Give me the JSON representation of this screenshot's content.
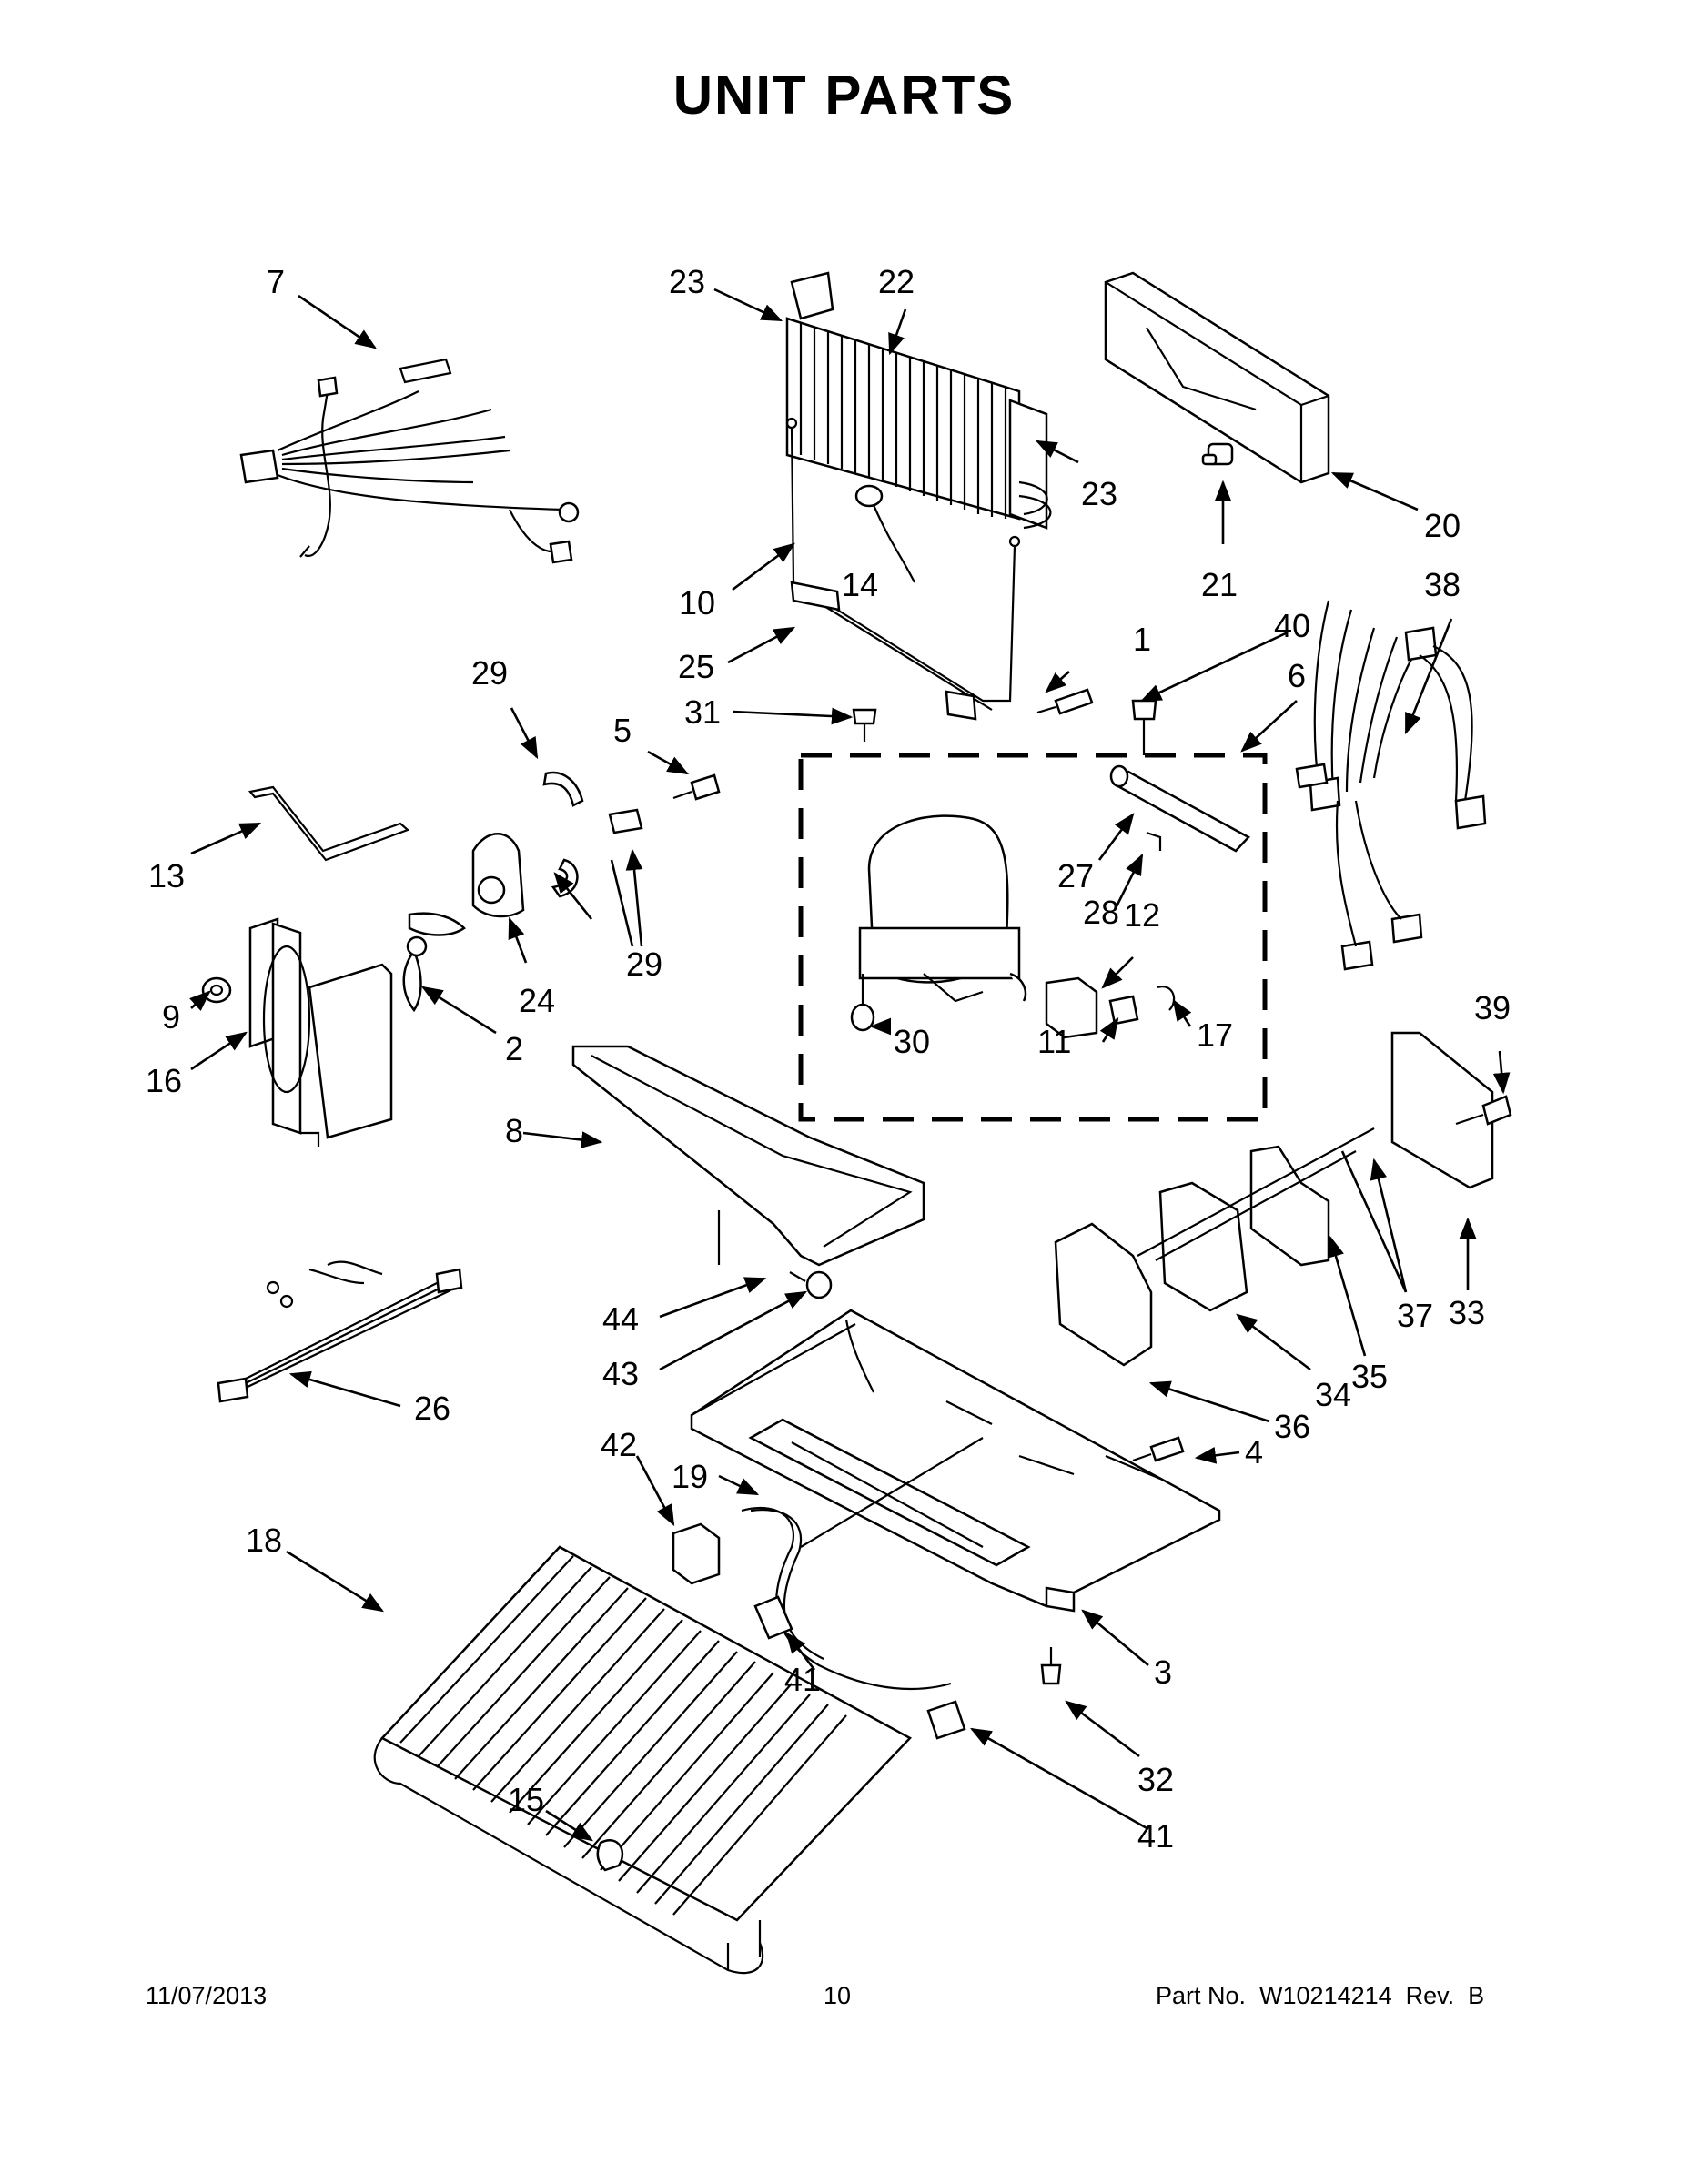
{
  "title": "UNIT PARTS",
  "footer": {
    "date": "11/07/2013",
    "page": "10",
    "part_number": "Part No.  W10214214  Rev.  B"
  },
  "callouts": [
    "7",
    "23",
    "22",
    "23",
    "20",
    "21",
    "38",
    "10",
    "14",
    "25",
    "1",
    "40",
    "6",
    "29",
    "5",
    "31",
    "13",
    "27",
    "28",
    "12",
    "9",
    "24",
    "2",
    "29",
    "16",
    "30",
    "11",
    "17",
    "39",
    "8",
    "37",
    "33",
    "35",
    "34",
    "36",
    "44",
    "43",
    "26",
    "4",
    "42",
    "19",
    "18",
    "41",
    "3",
    "32",
    "15",
    "41"
  ]
}
